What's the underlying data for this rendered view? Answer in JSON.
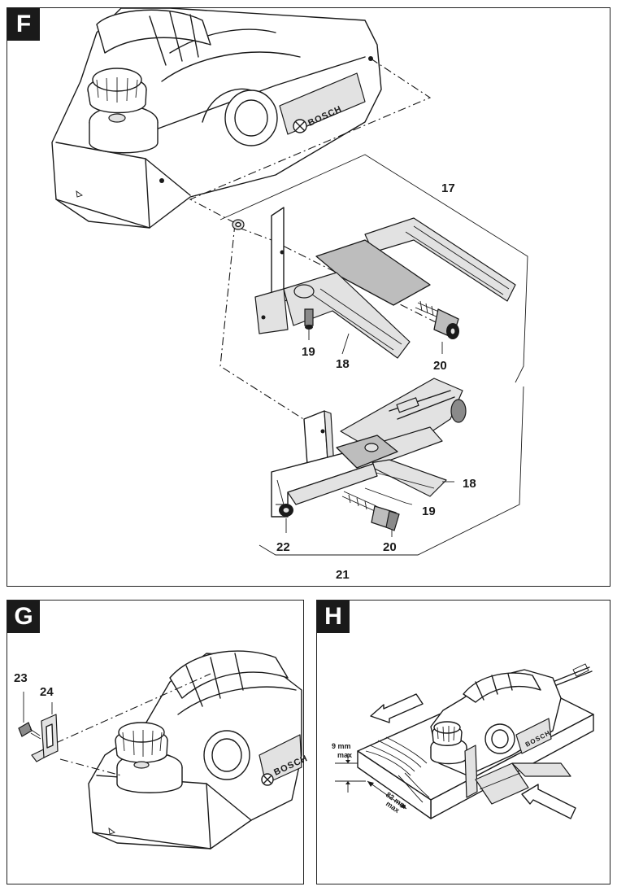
{
  "panels": {
    "f": {
      "tag": "F"
    },
    "g": {
      "tag": "G"
    },
    "h": {
      "tag": "H"
    }
  },
  "brand": "BOSCH",
  "callouts": {
    "c17": "17",
    "c18a": "18",
    "c18b": "18",
    "c19a": "19",
    "c19b": "19",
    "c20a": "20",
    "c20b": "20",
    "c21": "21",
    "c22": "22",
    "c23": "23",
    "c24": "24"
  },
  "dimensions": {
    "depth_value": "9 mm",
    "depth_qualifier": "max",
    "width_value": "82 mm",
    "width_qualifier": "max"
  },
  "colors": {
    "ink": "#1a1a1a",
    "fill_grey": "#bdbdbd",
    "fill_light": "#e2e2e2"
  }
}
